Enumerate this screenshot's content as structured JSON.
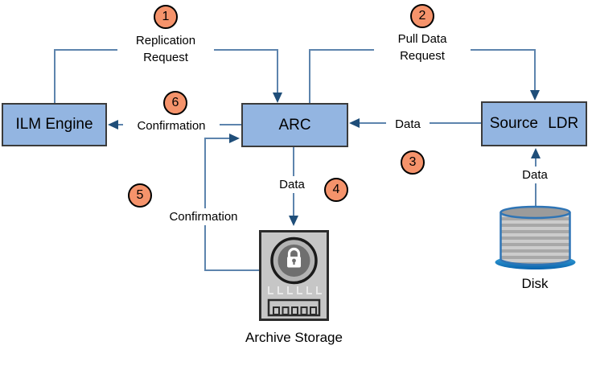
{
  "diagram": {
    "type": "flow-diagram",
    "description": "Data replication flow to archive storage"
  },
  "nodes": {
    "ilm_engine": {
      "label": "ILM Engine"
    },
    "arc": {
      "label": "ARC"
    },
    "source_ldr": {
      "label": "Source LDR"
    }
  },
  "steps": [
    {
      "number": "1",
      "label": "Replication\nRequest"
    },
    {
      "number": "2",
      "label": "Pull Data\nRequest"
    },
    {
      "number": "3",
      "label": "Data"
    },
    {
      "number": "4",
      "label": "Data"
    },
    {
      "number": "5",
      "label": "Confirmation"
    },
    {
      "number": "6",
      "label": "Confirmation"
    }
  ],
  "labels": {
    "disk_to_ldr": "Data",
    "disk_caption": "Disk",
    "archive_caption": "Archive Storage"
  },
  "colors": {
    "node_fill": "#93b5e1",
    "node_border": "#3b3b3b",
    "line": "#5d84ad",
    "arrowhead": "#1f4e79",
    "step_fill": "#f5936b",
    "step_border": "#000000",
    "archive_gray": "#c6c6c6",
    "archive_dark": "#6f6f6f",
    "disk_outline": "#2e74b5",
    "disk_base_blue": "#1590d2"
  }
}
